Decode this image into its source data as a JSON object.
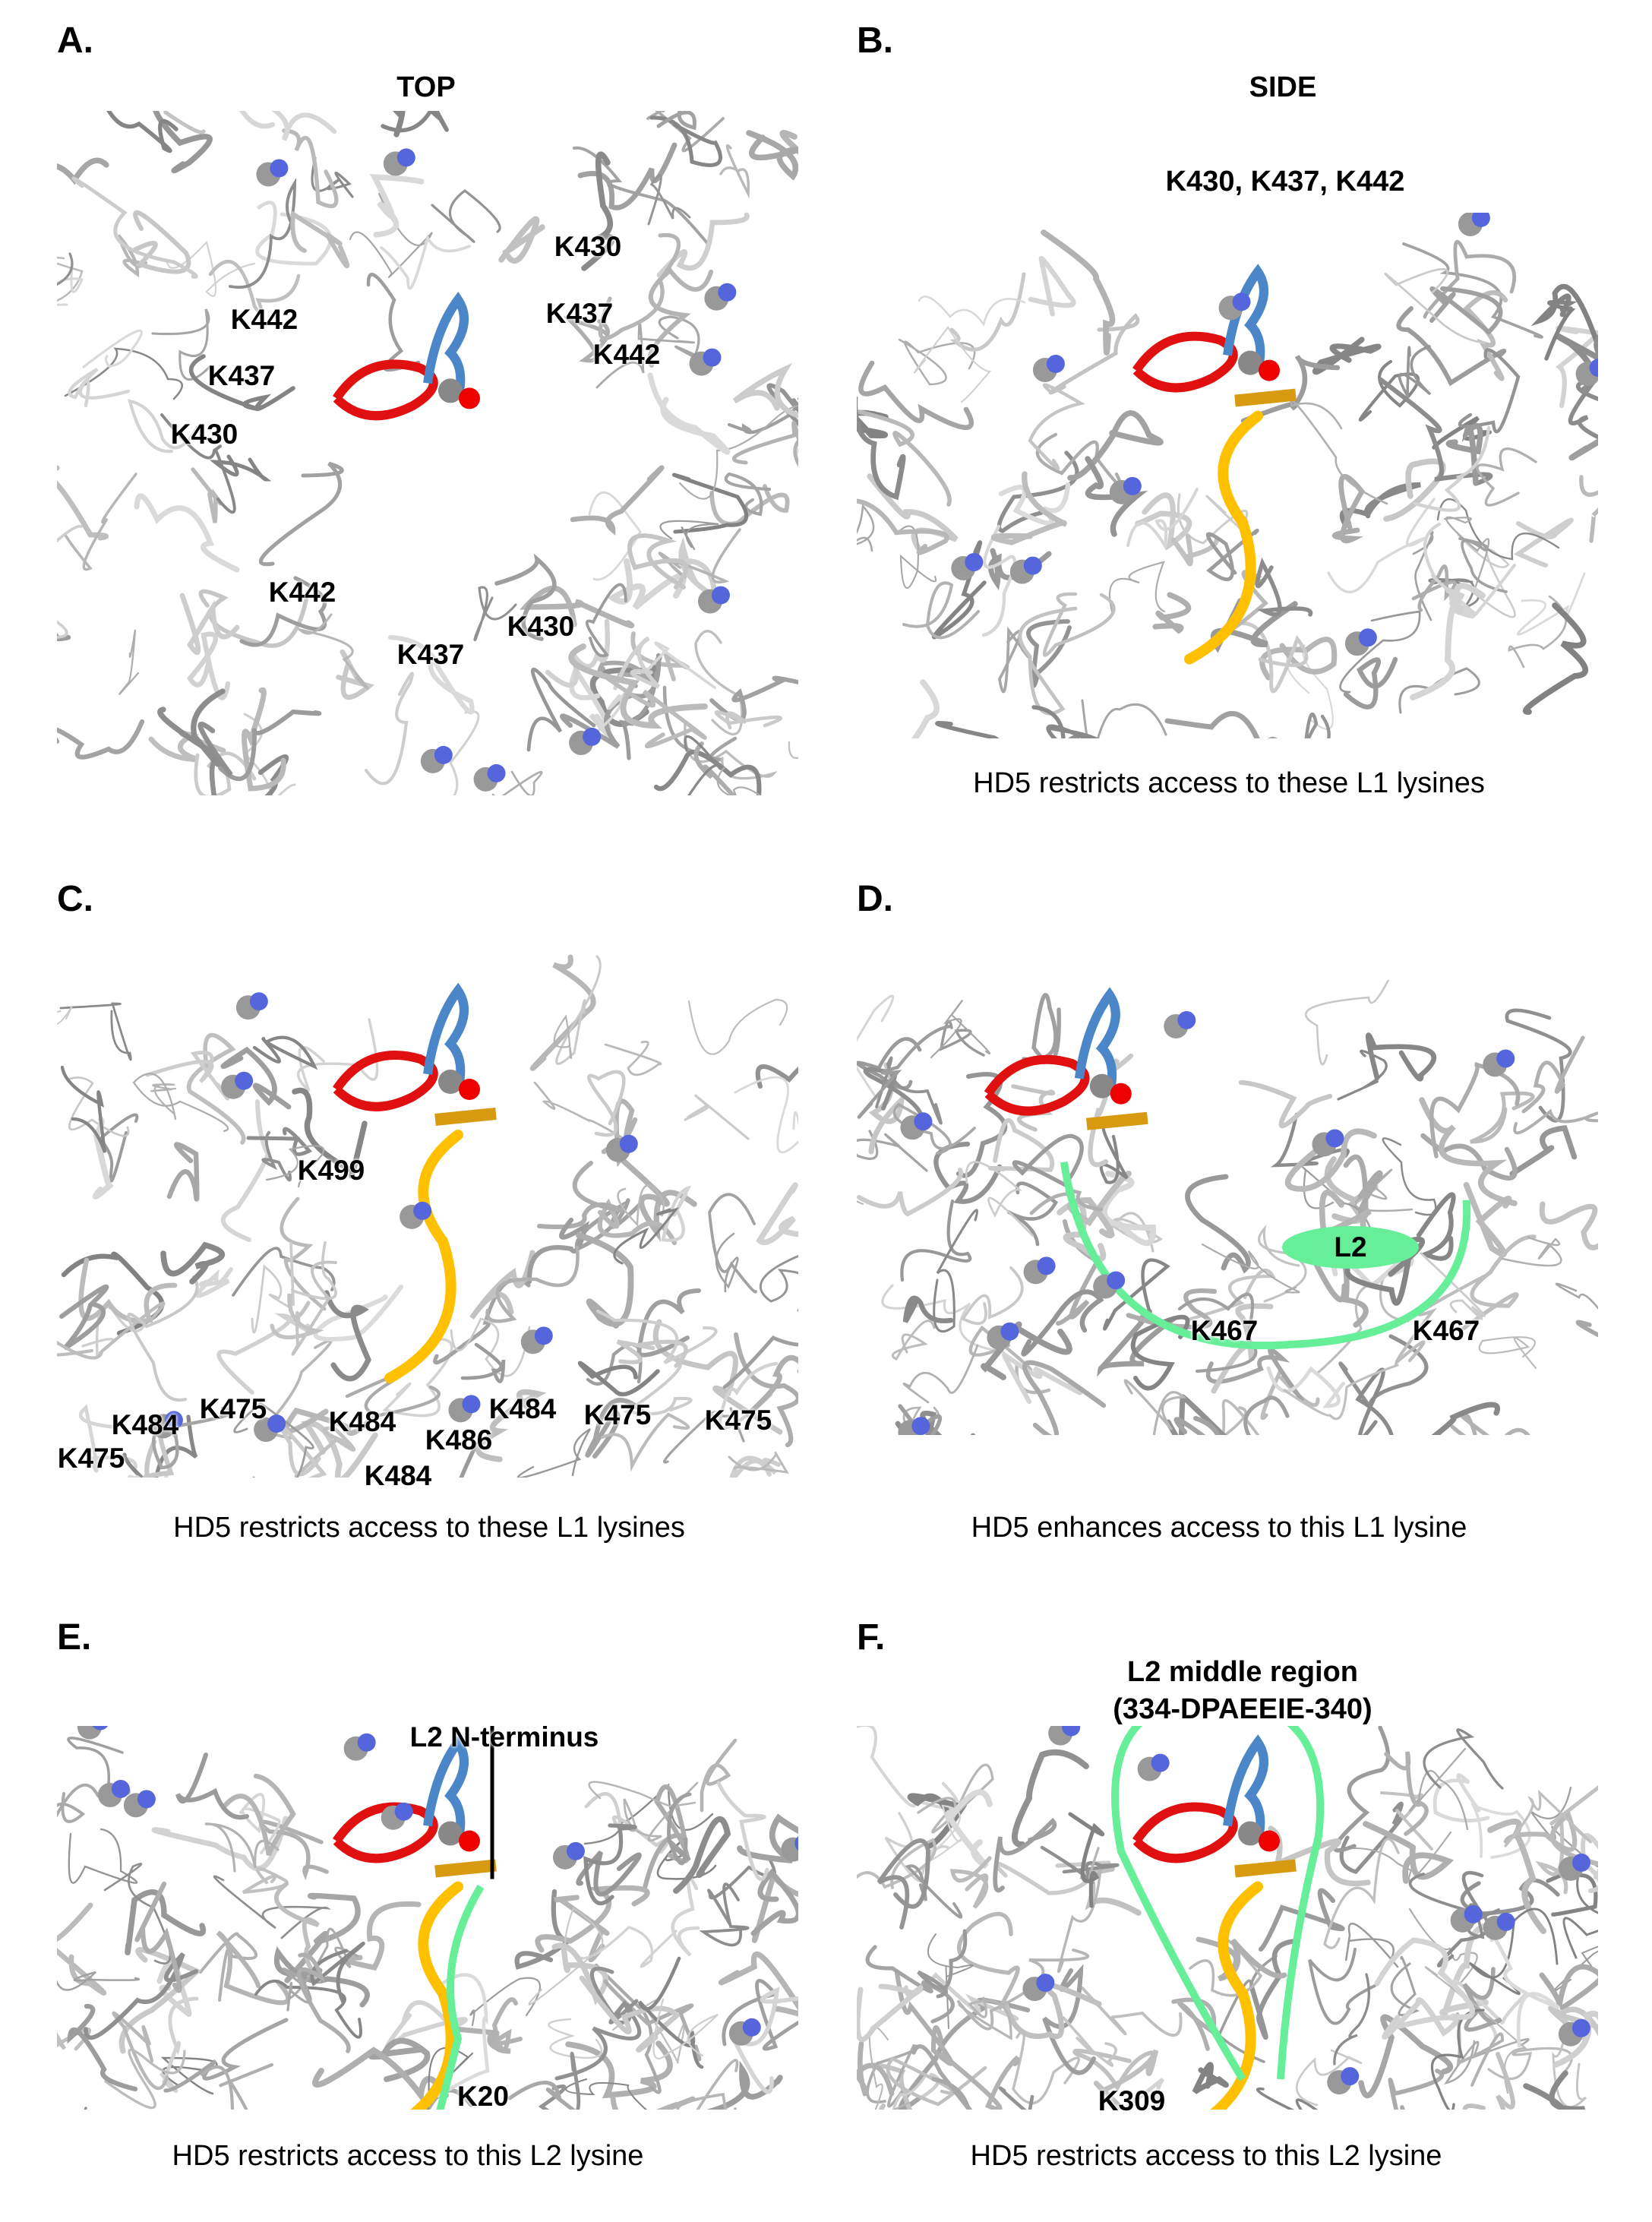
{
  "panels": {
    "A": {
      "letter": "A.",
      "title": "TOP",
      "lysines": [
        "K430",
        "K442",
        "K437",
        "K442",
        "K437",
        "K430",
        "K442",
        "K430",
        "K437"
      ]
    },
    "B": {
      "letter": "B.",
      "title": "SIDE",
      "subtitle": "K430, K437, K442",
      "caption": "HD5 restricts access to these L1 lysines"
    },
    "C": {
      "letter": "C.",
      "caption": "HD5 restricts access to these L1 lysines",
      "lysines": [
        "K499",
        "K484",
        "K475",
        "K475",
        "K484",
        "K486",
        "K484",
        "K484",
        "K475",
        "K475"
      ]
    },
    "D": {
      "letter": "D.",
      "caption": "HD5 enhances access to this L1 lysine",
      "l2_label": "L2",
      "lysines": [
        "K467",
        "K467"
      ]
    },
    "E": {
      "letter": "E.",
      "annotation": "L2 N-terminus",
      "lysine": "K20",
      "caption": "HD5 restricts access to this L2 lysine"
    },
    "F": {
      "letter": "F.",
      "title_line1": "L2 middle region",
      "title_line2": "(334-DPAEEIE-340)",
      "lysine": "K309",
      "caption": "HD5 restricts access to this L2 lysine"
    }
  },
  "colors": {
    "hd5_red": "#e01010",
    "hd5_blue": "#4a86c8",
    "l1_loop": "#ffc000",
    "l2": "#66ee99",
    "protein": "#b8b8b8"
  }
}
